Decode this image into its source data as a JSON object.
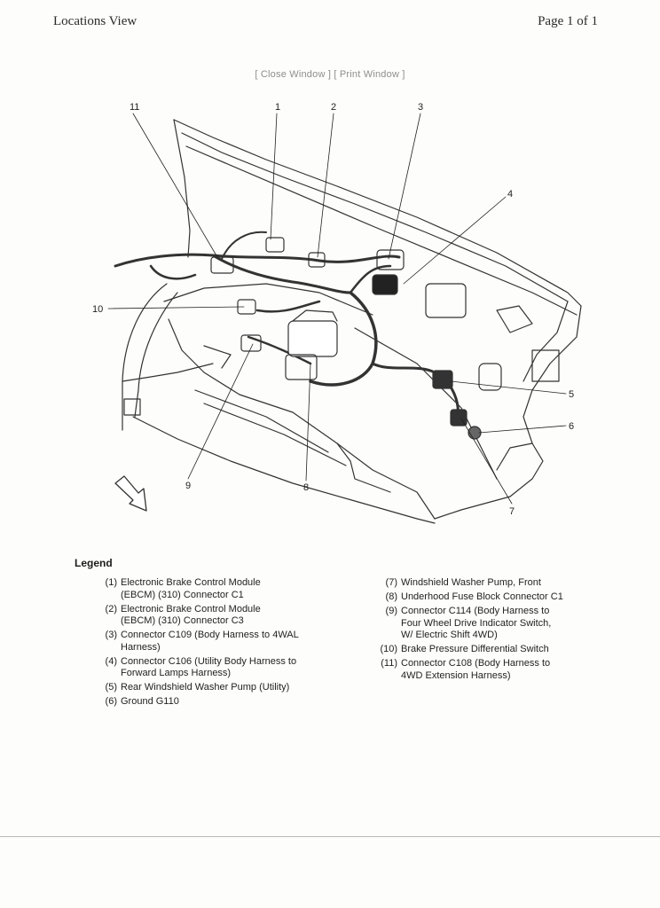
{
  "header": {
    "title": "Locations View",
    "page": "Page 1 of 1"
  },
  "window_links": {
    "close": "[ Close Window ]",
    "print": "[ Print Window ]"
  },
  "callouts": [
    "1",
    "2",
    "3",
    "4",
    "5",
    "6",
    "7",
    "8",
    "9",
    "10",
    "11"
  ],
  "legend": {
    "title": "Legend",
    "left": [
      {
        "num": "(1)",
        "lines": [
          "Electronic Brake Control Module",
          "(EBCM) (310) Connector C1"
        ]
      },
      {
        "num": "(2)",
        "lines": [
          "Electronic Brake Control Module",
          "(EBCM) (310) Connector C3"
        ]
      },
      {
        "num": "(3)",
        "lines": [
          "Connector C109 (Body Harness to 4WAL",
          "Harness)"
        ]
      },
      {
        "num": "(4)",
        "lines": [
          "Connector C106 (Utility Body Harness to",
          "Forward Lamps Harness)"
        ]
      },
      {
        "num": "(5)",
        "lines": [
          "Rear Windshield Washer Pump (Utility)"
        ]
      },
      {
        "num": "(6)",
        "lines": [
          "Ground G110"
        ]
      }
    ],
    "right": [
      {
        "num": "(7)",
        "lines": [
          "Windshield Washer Pump, Front"
        ]
      },
      {
        "num": "(8)",
        "lines": [
          "Underhood Fuse Block Connector C1"
        ]
      },
      {
        "num": "(9)",
        "lines": [
          "Connector C114 (Body Harness to",
          "Four Wheel Drive Indicator Switch,",
          "W/ Electric Shift 4WD)"
        ]
      },
      {
        "num": "(10)",
        "lines": [
          "Brake Pressure Differential Switch"
        ]
      },
      {
        "num": "(11)",
        "lines": [
          "Connector C108 (Body Harness to",
          "4WD Extension Harness)"
        ]
      }
    ]
  }
}
